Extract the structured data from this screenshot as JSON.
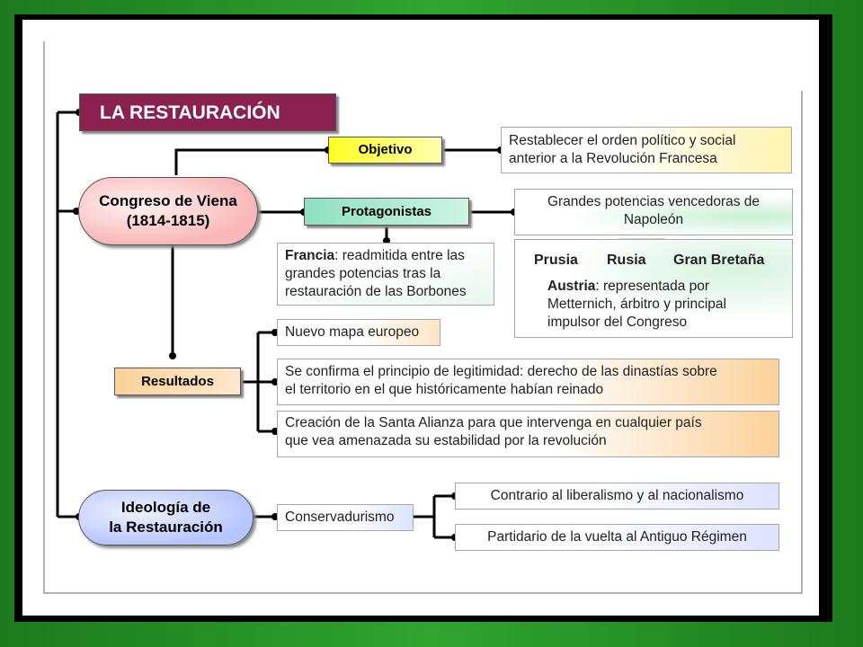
{
  "title": "LA RESTAURACIÓN",
  "congreso": {
    "line1": "Congreso de Viena",
    "line2": "(1814-1815)"
  },
  "objetivo": {
    "label": "Objetivo",
    "text_line1": "Restablecer el orden político y social",
    "text_line2": "anterior a la Revolución Francesa"
  },
  "protagonistas": {
    "label": "Protagonistas",
    "potencias_line1": "Grandes potencias vencedoras de",
    "potencias_line2": "Napoleón",
    "countries": [
      "Prusia",
      "Rusia",
      "Gran Bretaña"
    ],
    "austria_name": "Austria",
    "austria_line1": ": representada por",
    "austria_line2": "Metternich, árbitro y principal",
    "austria_line3": "impulsor del Congreso",
    "francia_name": "Francia",
    "francia_line1": ": readmitida entre las",
    "francia_line2": "grandes potencias tras la",
    "francia_line3": "restauración de las Borbones"
  },
  "resultados": {
    "label": "Resultados",
    "items": [
      {
        "line1": "Nuevo mapa europeo",
        "line2": ""
      },
      {
        "line1": "Se confirma el principio de legitimidad: derecho de las dinastías sobre",
        "line2": "el territorio en el que históricamente habían reinado"
      },
      {
        "line1": "Creación de la Santa Alianza para que intervenga en cualquier país",
        "line2": "que vea amenazada su estabilidad por la revolución"
      }
    ]
  },
  "ideologia": {
    "line1": "Ideología de",
    "line2": "la Restauración",
    "concept": "Conservadurismo",
    "items": [
      "Contrario al liberalismo y al nacionalismo",
      "Partidario de la vuelta al Antiguo Régimen"
    ]
  },
  "colors": {
    "title_bg": "#8b2150",
    "objetivo_bg": "#ffff22",
    "protagonistas_bg": "#8fe0c0",
    "resultados_bg": "#fbd19a",
    "congreso_bg": "#f9b7b7",
    "ideologia_bg": "#b8c6ff",
    "outer_bg": "#2a9a2a"
  }
}
